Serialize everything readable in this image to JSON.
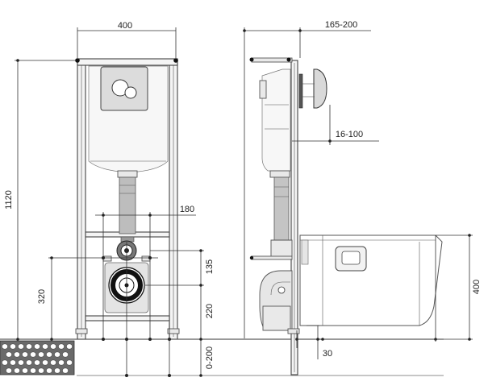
{
  "dimensions": {
    "frame_width": "400",
    "wall_distance": "165-200",
    "frame_height": "1120",
    "outlet_spacing": "180",
    "drain_offset": "135",
    "outlet_height": "320",
    "drain_height": "220",
    "floor_adjust": "0-200",
    "wall_thickness": "16-100",
    "bowl_height": "400",
    "floor_gap": "30"
  },
  "colors": {
    "line": "#444444",
    "fill_light": "#f4f4f4",
    "pipe": "#bdbdbd",
    "dark": "#111111"
  }
}
